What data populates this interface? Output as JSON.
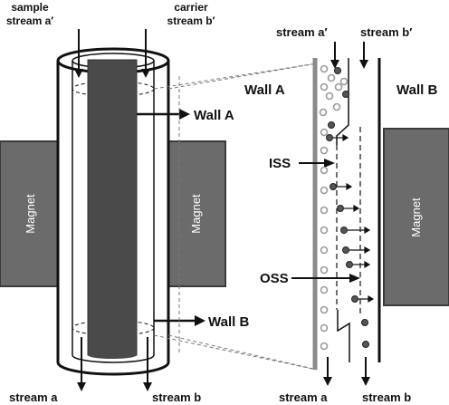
{
  "labels": {
    "sample_stream": [
      "sample",
      "stream a′"
    ],
    "carrier_stream": [
      "carrier",
      "stream b′"
    ],
    "wall_a": "Wall A",
    "wall_b": "Wall B",
    "magnet": "Magnet",
    "stream_a": "stream a",
    "stream_b": "stream b",
    "detail_stream_a_in": "stream a′",
    "detail_stream_b_in": "stream b′",
    "detail_wall_a": "Wall A",
    "detail_wall_b": "Wall B",
    "iss": "ISS",
    "oss": "OSS",
    "detail_stream_a_out": "stream a",
    "detail_stream_b_out": "stream b"
  },
  "colors": {
    "magnet_fill": "#6b6b6b",
    "core_fill": "#4a4a4a",
    "wall_a_line": "#8a8a8a",
    "particle_open": "#9a9a9a",
    "particle_filled": "#555555"
  }
}
